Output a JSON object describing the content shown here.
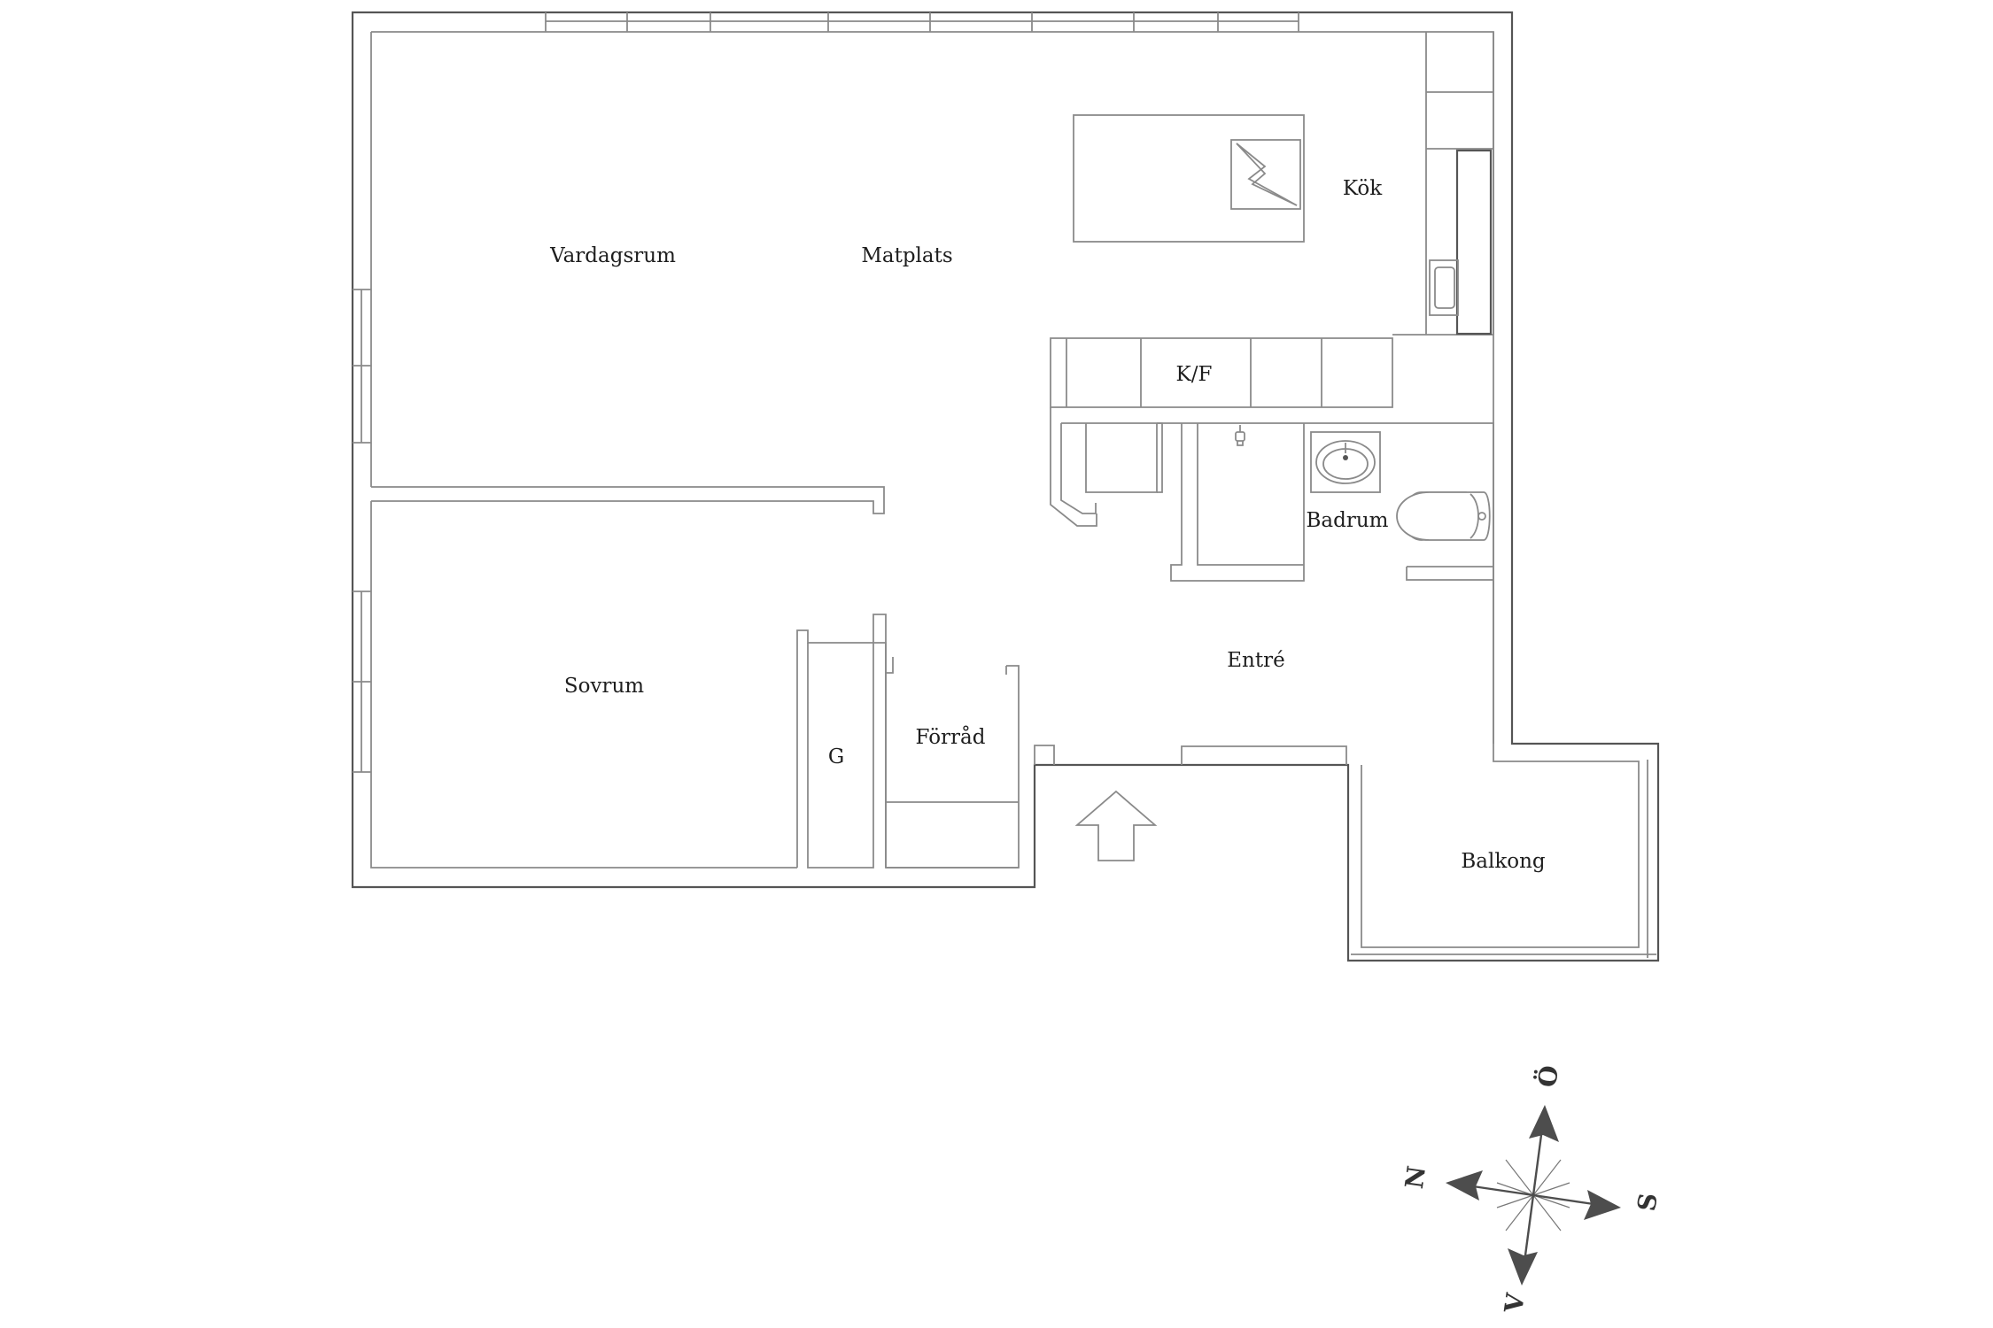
{
  "rooms": {
    "vardagsrum": "Vardagsrum",
    "matplats": "Matplats",
    "kok": "Kök",
    "kf": "K/F",
    "badrum": "Badrum",
    "entre": "Entré",
    "sovrum": "Sovrum",
    "g": "G",
    "forrad": "Förråd",
    "balkong": "Balkong"
  },
  "compass": {
    "top": "Ö",
    "left": "N",
    "right": "S",
    "bottom": "V"
  }
}
